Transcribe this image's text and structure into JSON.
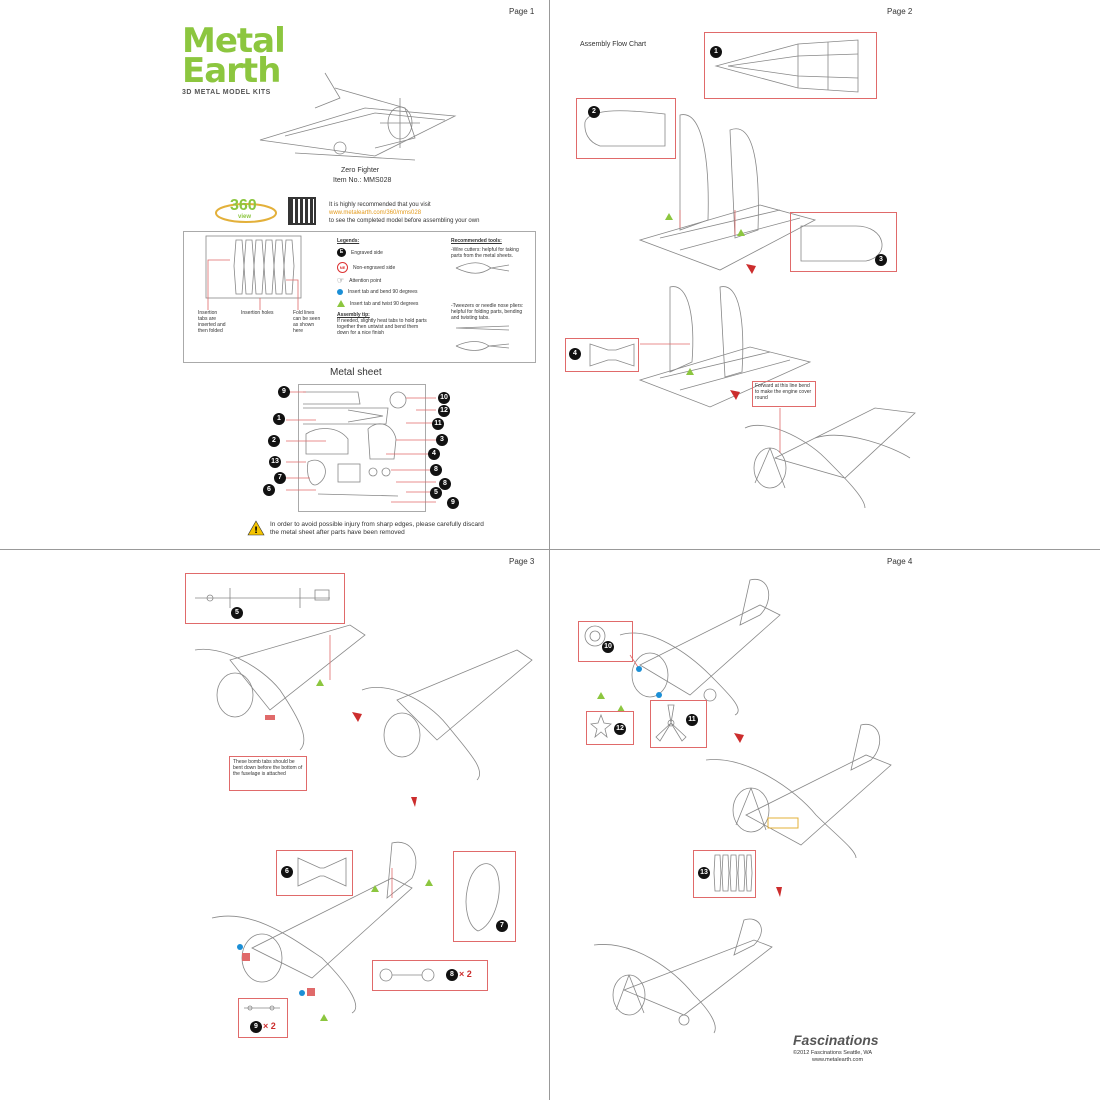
{
  "pages": {
    "p1": "Page 1",
    "p2": "Page 2",
    "p3": "Page 3",
    "p4": "Page 4"
  },
  "logo": {
    "line1": "Metal",
    "line2": "Earth",
    "sub": "3D METAL MODEL KITS"
  },
  "product": {
    "name": "Zero Fighter",
    "item": "Item No.: MMS028"
  },
  "view360": {
    "label": "360",
    "sub": "view"
  },
  "recommend": {
    "line1": "It is highly recommended that you visit",
    "url": "www.metalearth.com/360/mms028",
    "line3": "to see the completed model before assembling your own"
  },
  "info": {
    "insertion_tabs": "Insertion tabs are inserted and then folded",
    "insertion_holes": "Insertion holes",
    "fold_lines": "Fold lines can be seen as shown here",
    "legends_title": "Legends:",
    "legend_engraved": "Engraved side",
    "legend_nonengraved": "Non-engraved side",
    "legend_attention": "Attention point",
    "legend_blue": "Insert tab and bend 90 degrees",
    "legend_green": "Insert tab and twist 90 degrees",
    "assembly_tip_title": "Assembly tip:",
    "assembly_tip": "If needed, slightly heat tabs to hold parts together then untwist and bend them down for a nice finish",
    "tools_title": "Recommended tools:",
    "tool1": "-Wire cutters: helpful for taking parts from the metal sheets.",
    "tool2": "-Tweezers or needle nose pliers: helpful for folding parts, bending and twisting tabs.",
    "e": "E",
    "ne": "NE"
  },
  "metal_sheet": {
    "title": "Metal sheet"
  },
  "warning": "In order to avoid possible injury from sharp edges, please carefully discard the metal sheet after parts have been removed",
  "page2": {
    "flow_title": "Assembly Flow Chart",
    "note_forward": "Forward at this line bend to make the engine cover round"
  },
  "page3": {
    "note_bomb": "These bomb tabs should be bent down before the bottom of the fuselage is attached",
    "x2a": "× 2",
    "x2b": "× 2"
  },
  "footer": {
    "brand": "Fascinations",
    "copy": "©2012 Fascinations Seattle, WA",
    "url": "www.metalearth.com"
  },
  "nums": {
    "n1": "1",
    "n2": "2",
    "n3": "3",
    "n4": "4",
    "n5": "5",
    "n6": "6",
    "n7": "7",
    "n8": "8",
    "n9": "9",
    "n10": "10",
    "n11": "11",
    "n12": "12",
    "n13": "13"
  },
  "colors": {
    "green": "#8cc63f",
    "orange": "#e39a1b",
    "red": "#e06a6a",
    "blue": "#1b8fd6"
  }
}
